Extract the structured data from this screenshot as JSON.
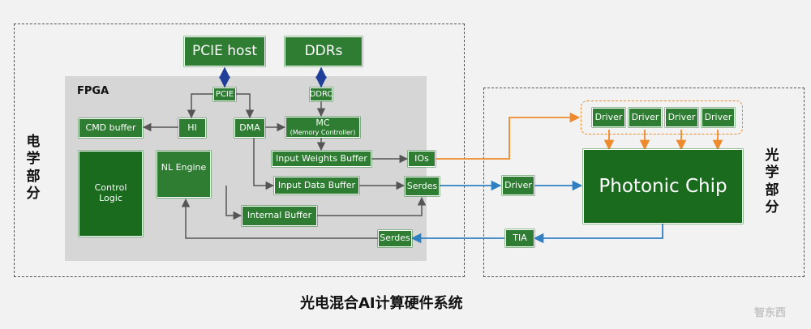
{
  "regions": {
    "electrical_label": "电学部分",
    "optical_label": "光学部分",
    "fpga_label": "FPGA"
  },
  "blocks": {
    "pcie_host": "PCIE host",
    "ddrs": "DDRs",
    "pcie": "PCIE",
    "ddrc": "DDRC",
    "hi": "HI",
    "dma": "DMA",
    "mc": "MC",
    "mc_sub": "(Memory Controller)",
    "cmd_buffer": "CMD buffer",
    "control_logic_1": "Control",
    "control_logic_2": "Logic",
    "nl_engine": "NL Engine",
    "input_weights_buffer": "Input Weights Buffer",
    "input_data_buffer": "Input Data Buffer",
    "internal_buffer": "Internal Buffer",
    "ios": "IOs",
    "serdes_top": "Serdes",
    "serdes_bottom": "Serdes",
    "driver_link": "Driver",
    "tia": "TIA",
    "photonic_chip": "Photonic Chip",
    "drivers": [
      "Driver",
      "Driver",
      "Driver",
      "Driver"
    ]
  },
  "caption": "光电混合AI计算硬件系统",
  "watermark": "智东西",
  "colors": {
    "block_green": "#2e7d32",
    "dark_green": "#1b6b1f",
    "orange": "#ee8a2c",
    "blue": "#2f7fc1",
    "arrow_blue": "#1f3f99",
    "gray_line": "#555555"
  }
}
